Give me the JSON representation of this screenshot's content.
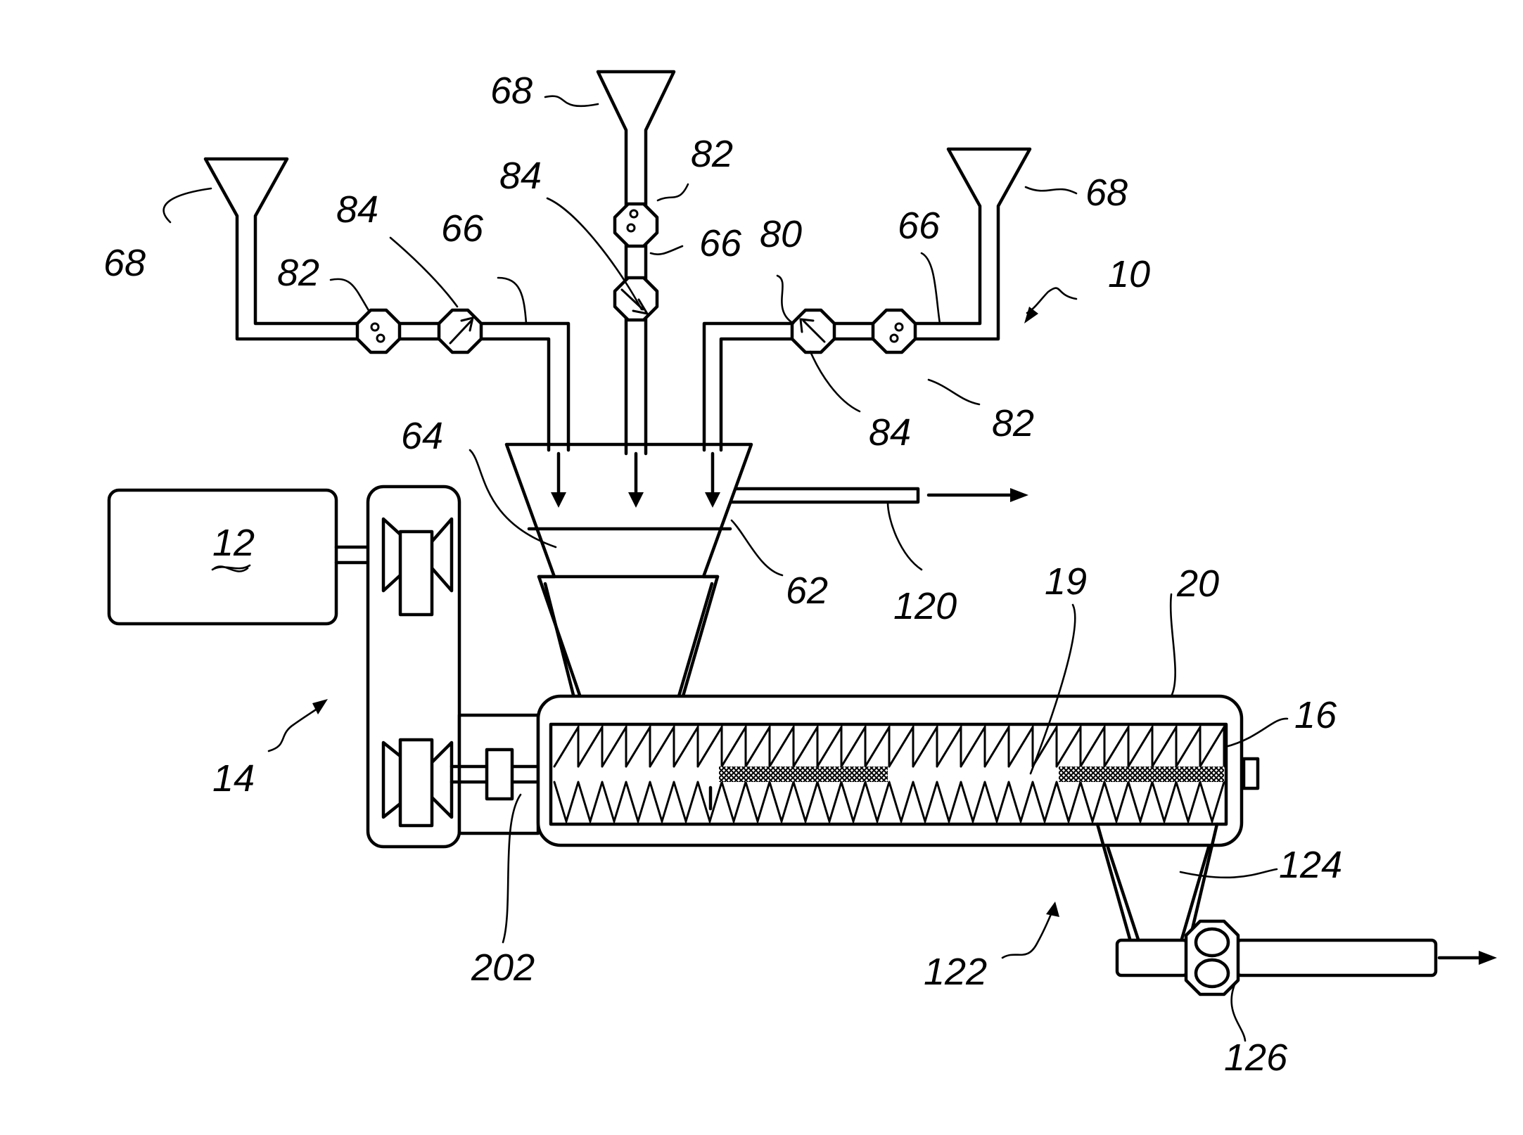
{
  "diagram": {
    "labels": {
      "l68_top": "68",
      "l68_left": "68",
      "l68_right": "68",
      "l82_top": "82",
      "l82_left": "82",
      "l82_right": "82",
      "l84_top": "84",
      "l84_left": "84",
      "l84_right": "84",
      "l66_top": "66",
      "l66_left": "66",
      "l66_right": "66",
      "l80": "80",
      "l10": "10",
      "l64": "64",
      "l62": "62",
      "l12": "12",
      "l120": "120",
      "l19": "19",
      "l20": "20",
      "l16": "16",
      "l14": "14",
      "l202": "202",
      "l124": "124",
      "l122": "122",
      "l126": "126"
    }
  }
}
